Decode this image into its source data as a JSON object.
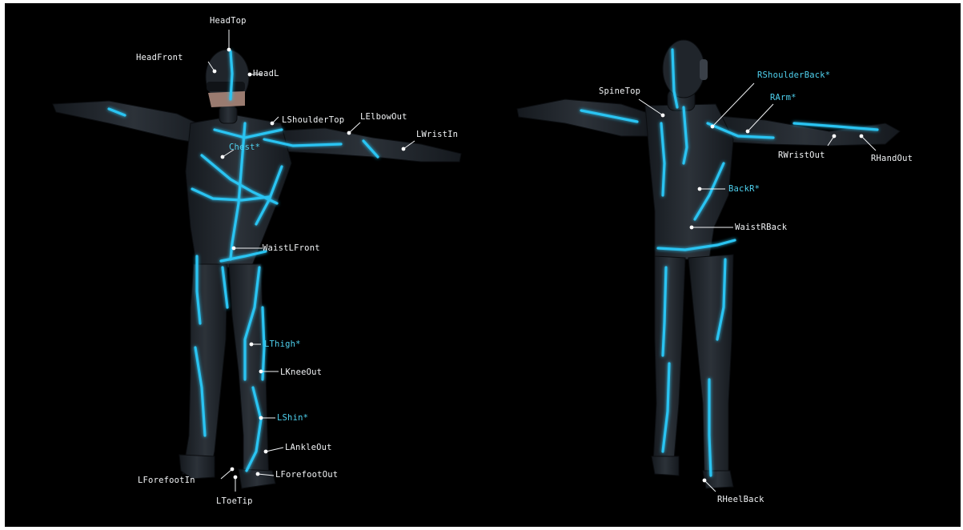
{
  "colors": {
    "background": "#000000",
    "suit": "#23282e",
    "glow": "#29c4f2",
    "label_default": "#f2f4f6",
    "label_highlight": "#4fd2f0"
  },
  "figures": [
    {
      "name": "front-figure",
      "view": "front",
      "pose": "T-pose"
    },
    {
      "name": "back-figure",
      "view": "back",
      "pose": "T-pose"
    }
  ],
  "markers": [
    {
      "id": "headtop",
      "text": "HeadTop",
      "highlight": false
    },
    {
      "id": "headfront",
      "text": "HeadFront",
      "highlight": false
    },
    {
      "id": "headl",
      "text": "HeadL",
      "highlight": false
    },
    {
      "id": "lshouldertop",
      "text": "LShoulderTop",
      "highlight": false
    },
    {
      "id": "lelbowout",
      "text": "LElbowOut",
      "highlight": false
    },
    {
      "id": "lwristin",
      "text": "LWristIn",
      "highlight": false
    },
    {
      "id": "chest",
      "text": "Chest*",
      "highlight": true
    },
    {
      "id": "waistlfront",
      "text": "WaistLFront",
      "highlight": false
    },
    {
      "id": "lthigh",
      "text": "LThigh*",
      "highlight": true
    },
    {
      "id": "lkneeout",
      "text": "LKneeOut",
      "highlight": false
    },
    {
      "id": "lshin",
      "text": "LShin*",
      "highlight": true
    },
    {
      "id": "lankleout",
      "text": "LAnkleOut",
      "highlight": false
    },
    {
      "id": "lforefootin",
      "text": "LForefootIn",
      "highlight": false
    },
    {
      "id": "lforefootout",
      "text": "LForefootOut",
      "highlight": false
    },
    {
      "id": "ltoetip",
      "text": "LToeTip",
      "highlight": false
    },
    {
      "id": "spinetop",
      "text": "SpineTop",
      "highlight": false
    },
    {
      "id": "rshoulderback",
      "text": "RShoulderBack*",
      "highlight": true
    },
    {
      "id": "rarm",
      "text": "RArm*",
      "highlight": true
    },
    {
      "id": "rwristout",
      "text": "RWristOut",
      "highlight": false
    },
    {
      "id": "rhandout",
      "text": "RHandOut",
      "highlight": false
    },
    {
      "id": "backr",
      "text": "BackR*",
      "highlight": true
    },
    {
      "id": "waistrback",
      "text": "WaistRBack",
      "highlight": false
    },
    {
      "id": "rheelback",
      "text": "RHeelBack",
      "highlight": false
    }
  ]
}
